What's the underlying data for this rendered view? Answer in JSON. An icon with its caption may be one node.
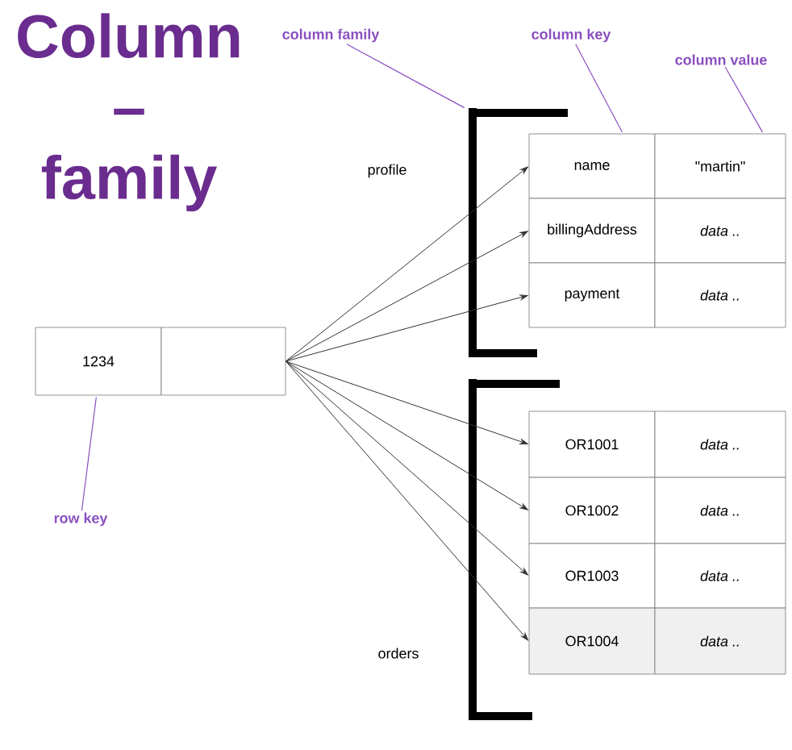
{
  "diagram": {
    "title": "Column – family",
    "nodes": [
      {
        "text": [
          "1234"
        ]
      },
      {
        "text": [],
        "shape": "box"
      },
      {
        "text": [
          "name"
        ]
      },
      {
        "text": [
          "\"martin\""
        ]
      },
      {
        "text": [
          "billingAddress"
        ]
      },
      {
        "text": [
          "data .."
        ]
      },
      {
        "text": [
          "payment"
        ]
      },
      {
        "text": [
          "data .."
        ]
      },
      {
        "text": [
          "OR1001"
        ]
      },
      {
        "text": [
          "data .."
        ]
      },
      {
        "text": [
          "OR1002"
        ]
      },
      {
        "text": [
          "data .."
        ]
      },
      {
        "text": [
          "OR1003"
        ]
      },
      {
        "text": [
          "data .."
        ]
      },
      {
        "text": [
          "OR1004"
        ]
      },
      {
        "text": [
          "data .."
        ]
      },
      {
        "text": [],
        "shape": "bracket"
      },
      {
        "text": [],
        "shape": "bracket"
      },
      {
        "text": [
          "column family"
        ]
      },
      {
        "text": [
          "column key"
        ]
      },
      {
        "text": [
          "column value"
        ]
      },
      {
        "text": [
          "row key"
        ]
      }
    ],
    "edges": [
      {
        "from": 1,
        "to": 2,
        "arrow": "to"
      },
      {
        "from": 1,
        "to": 4,
        "arrow": "to"
      },
      {
        "from": 1,
        "to": 6,
        "arrow": "to"
      },
      {
        "from": 1,
        "to": 8,
        "arrow": "to"
      },
      {
        "from": 1,
        "to": 10,
        "arrow": "to"
      },
      {
        "from": 1,
        "to": 12,
        "arrow": "to"
      },
      {
        "from": 1,
        "to": 14,
        "arrow": "to"
      },
      {
        "from": 18,
        "to": 16,
        "arrow": "none",
        "color": "#8a4fc0"
      },
      {
        "from": 19,
        "to": 2,
        "arrow": "none",
        "color": "#8a4fc0"
      },
      {
        "from": 20,
        "to": 3,
        "arrow": "none",
        "color": "#8a4fc0"
      },
      {
        "from": 21,
        "to": 0,
        "arrow": "none",
        "color": "#8a4fc0"
      }
    ],
    "labels": [
      "profile",
      "orders"
    ]
  }
}
